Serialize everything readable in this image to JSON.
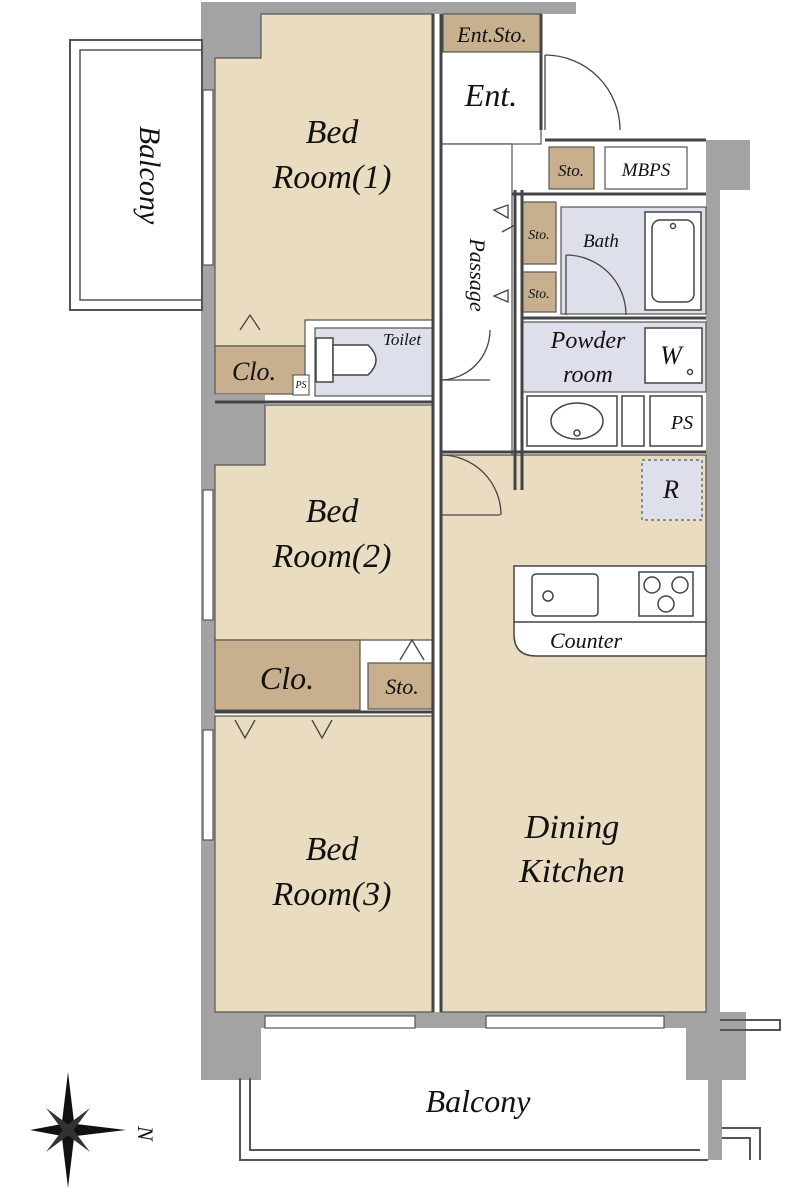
{
  "rooms": {
    "bedroom1": {
      "line1": "Bed",
      "line2": "Room(1)"
    },
    "bedroom2": {
      "line1": "Bed",
      "line2": "Room(2)"
    },
    "bedroom3": {
      "line1": "Bed",
      "line2": "Room(3)"
    },
    "dining_kitchen": {
      "line1": "Dining",
      "line2": "Kitchen"
    },
    "balcony_top": "Balcony",
    "balcony_bottom": "Balcony",
    "entrance": "Ent.",
    "entrance_storage": "Ent.Sto.",
    "passage": "Passage",
    "toilet": "Toilet",
    "bath": "Bath",
    "powder_room": {
      "line1": "Powder",
      "line2": "room"
    },
    "washer": "W",
    "refrigerator": "R",
    "counter": "Counter",
    "mbps": "MBPS",
    "ps_powder": "PS",
    "ps_toilet": "PS",
    "closet_1": "Clo.",
    "closet_2": "Clo.",
    "storage_hall": "Sto.",
    "storage_bath_1": "Sto.",
    "storage_bath_2": "Sto.",
    "storage_bedroom2": "Sto."
  },
  "compass": {
    "north_label": "N"
  },
  "colors": {
    "wall": "#a3a3a3",
    "bedroom_floor": "#e9dcc0",
    "storage_floor": "#c8b08e",
    "wet_area_floor": "#dde0ea",
    "white_floor": "#ffffff",
    "line": "#333333"
  }
}
